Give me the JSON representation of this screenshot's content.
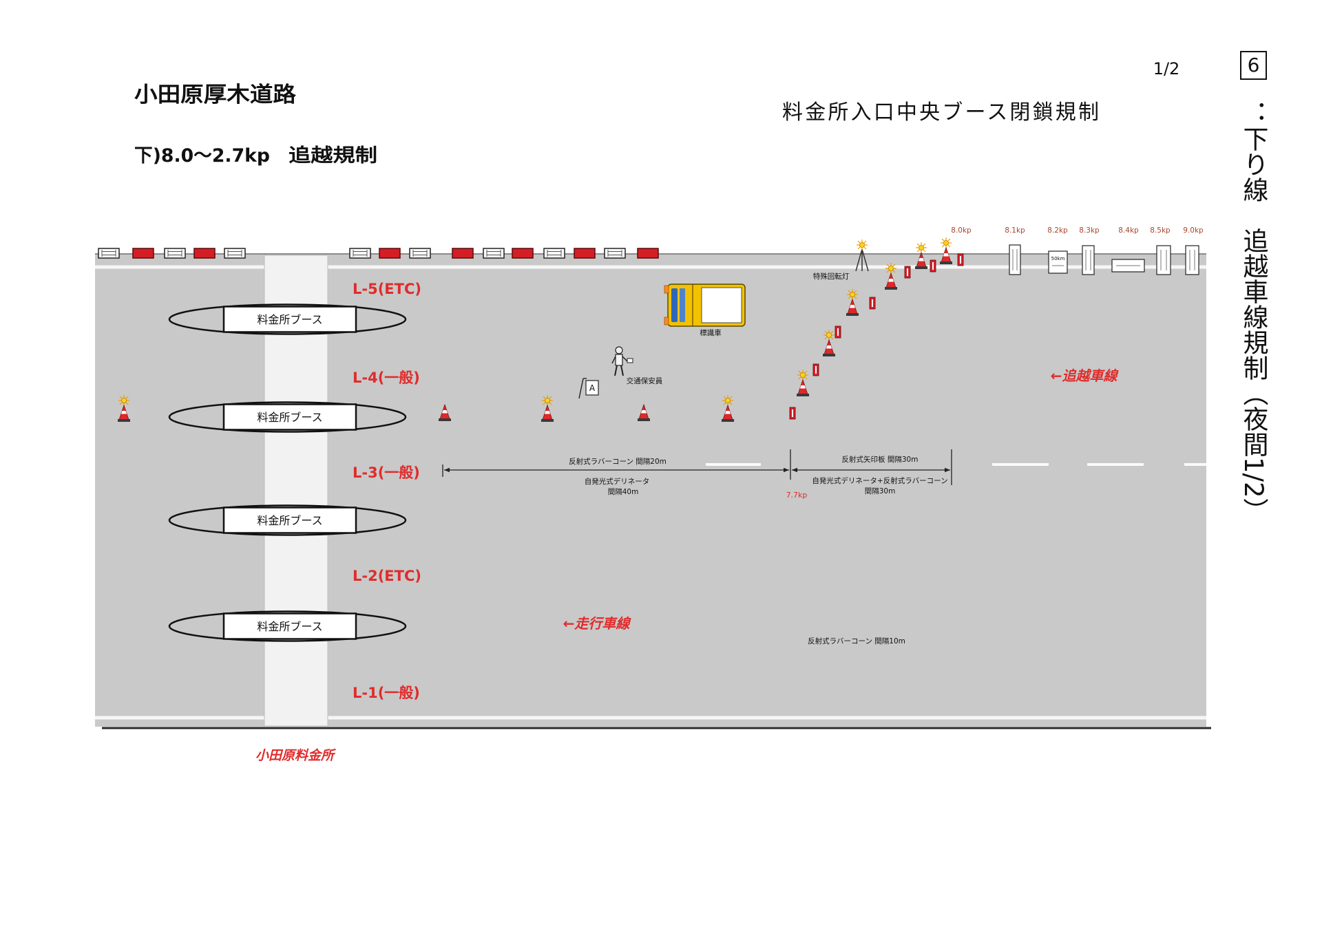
{
  "header": {
    "route_name": "小田原厚木道路",
    "section_range": "下)8.0～2.7kp",
    "section_rule": "追越規制",
    "page_number": "1/2",
    "title": "料金所入口中央ブース閉鎖規制",
    "figure_number": "6",
    "vertical_title": "：下り線　追越車線規制（夜間1/2）"
  },
  "toll_plaza": {
    "name": "小田原料金所",
    "booths": [
      "料金所ブース",
      "料金所ブース",
      "料金所ブース",
      "料金所ブース"
    ]
  },
  "lanes": [
    {
      "label": "L-5(ETC)"
    },
    {
      "label": "L-4(一般)"
    },
    {
      "label": "L-3(一般)"
    },
    {
      "label": "L-2(ETC)"
    },
    {
      "label": "L-1(一般)"
    }
  ],
  "direction_labels": {
    "passing_lane": "←追越車線",
    "driving_lane": "←走行車線"
  },
  "equipment": {
    "sign_vehicle": "標識車",
    "traffic_guard": "交通保安員",
    "special_rotating_light": "特殊回転灯",
    "a_board": "A"
  },
  "annotations": {
    "cone_spacing_20m": "反射式ラバーコーン 間隔20m",
    "delineator": "自発光式デリネータ",
    "delineator_spacing": "間隔40m",
    "arrow_board_spacing": "反射式矢印板 間隔30m",
    "delineator_plus_cone": "自発光式デリネータ+反射式ラバーコーン",
    "delineator_plus_cone_spacing": "間隔30m",
    "taper_start_kp": "7.7kp",
    "cone_spacing_10m": "反射式ラバーコーン 間隔10m"
  },
  "kilometer_posts": [
    "8.0kp",
    "8.1kp",
    "8.2kp",
    "8.3kp",
    "8.4kp",
    "8.5kp",
    "9.0kp"
  ],
  "signs": {
    "speed_limit": "50km"
  },
  "colors": {
    "road": "#c9c9c9",
    "lane_label": "#e12b2b",
    "kp_label": "#a6452e",
    "vehicle": "#f2c200"
  }
}
